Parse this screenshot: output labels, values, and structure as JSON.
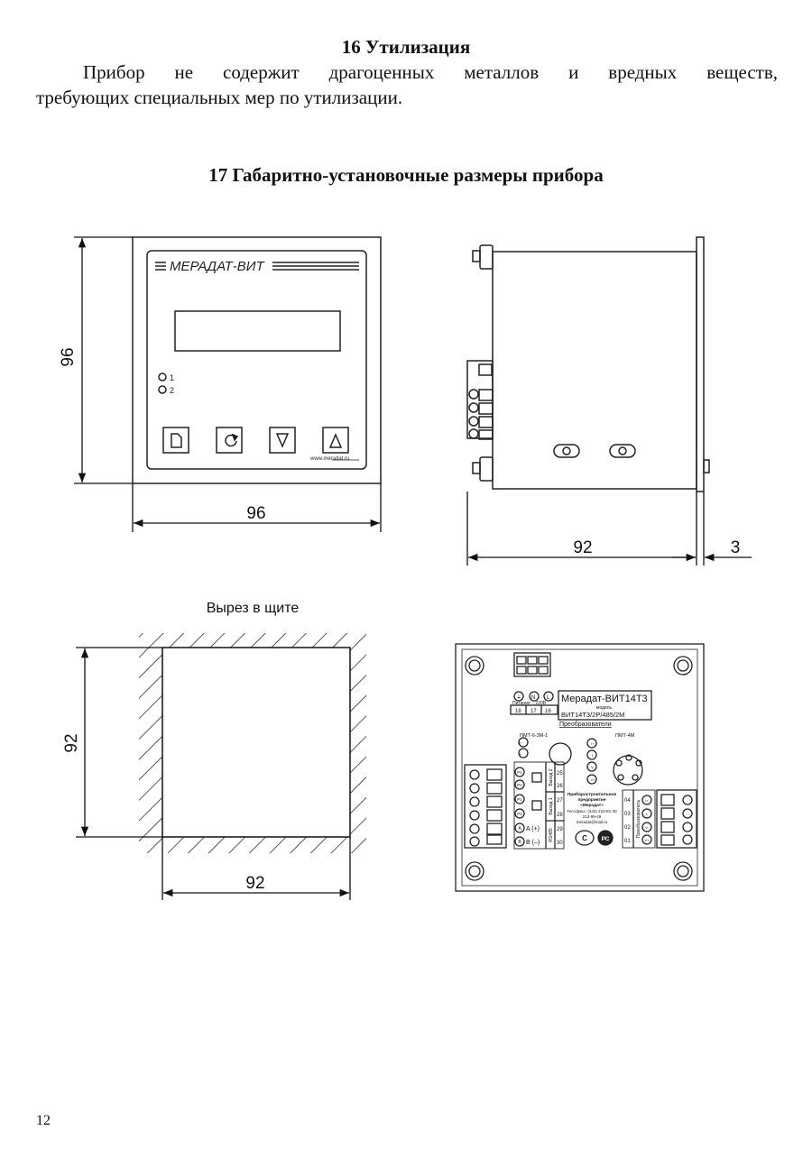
{
  "section16": {
    "title": "16 Утилизация",
    "line1": "Прибор не содержит драгоценных металлов и вредных веществ,",
    "line2": "требующих специальных мер по утилизации."
  },
  "section17": {
    "title": "17 Габаритно-установочные размеры прибора"
  },
  "front_view": {
    "brand": "МЕРАДАТ-ВИТ",
    "led1": "1",
    "led2": "2",
    "website": "www.meradat.ru",
    "dim_height": "96",
    "dim_width": "96"
  },
  "side_view": {
    "dim_depth": "92",
    "dim_panel": "3"
  },
  "cutout": {
    "title": "Вырез в щите",
    "dim_height": "92",
    "dim_width": "92"
  },
  "rear_view": {
    "model_title": "Мерадат-ВИТ14Т3",
    "model_label": "модель",
    "model_code": "ВИТ14Т3/2Р/485/2М",
    "power_label": "Питание ~ 220В",
    "power_pins": [
      "18",
      "17",
      "16"
    ],
    "power_syms": [
      "⏚",
      "N",
      "L"
    ],
    "converters_label": "Преобразователи",
    "pmt6": "ПМТ-6-3М-1",
    "pmt4": "ПМТ-4М",
    "terminals_left": [
      "25",
      "26",
      "27",
      "28",
      "29",
      "30"
    ],
    "left_symbols": [
      "P1",
      "P2",
      "P1",
      "P2",
      "A",
      "B"
    ],
    "rs_labels": [
      "A (+)",
      "B (–)"
    ],
    "out_labels": [
      "Выход 2",
      "Выход 1",
      "RS485"
    ],
    "terminals_right": [
      "04",
      "03",
      "02",
      "01"
    ],
    "right_symbols": [
      "I+",
      "I-",
      "V-",
      "V+"
    ],
    "conv_vertical": "Преобразователь",
    "pmt4_symbols": [
      "I+",
      "I-",
      "V-",
      "V+"
    ],
    "pmt6_symbols": [
      "I+",
      "I-"
    ],
    "maker_l1": "Приборостроительное",
    "maker_l2": "предприятие",
    "maker_l3": "«Мерадат»",
    "maker_l4": "Тел./факс: (342) 210-81-30",
    "maker_l5": "213-99-49",
    "maker_l6": "meradat@mail.ru",
    "cert1": "С",
    "cert2": "РС"
  },
  "page_number": "12"
}
